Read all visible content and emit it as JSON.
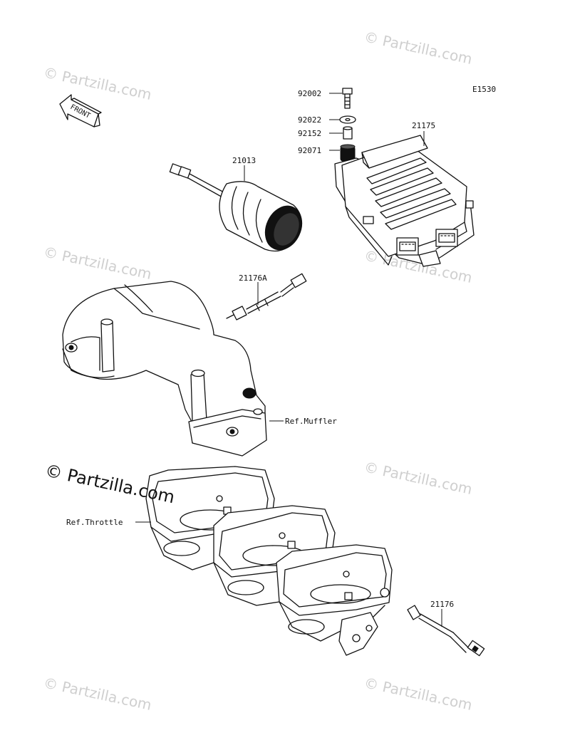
{
  "diagram": {
    "ref_code": "E1530",
    "front_label": "FRONT",
    "parts": [
      {
        "id": "p92002",
        "number": "92002"
      },
      {
        "id": "p92022",
        "number": "92022"
      },
      {
        "id": "p92152",
        "number": "92152"
      },
      {
        "id": "p92071",
        "number": "92071"
      },
      {
        "id": "p21175",
        "number": "21175"
      },
      {
        "id": "p21013",
        "number": "21013"
      },
      {
        "id": "p21176A",
        "number": "21176A"
      },
      {
        "id": "p21176",
        "number": "21176"
      }
    ],
    "refs": {
      "muffler": "Ref.Muffler",
      "throttle": "Ref.Throttle"
    }
  },
  "watermark": {
    "text": "© Partzilla.com",
    "color": "#cfcfcf"
  }
}
